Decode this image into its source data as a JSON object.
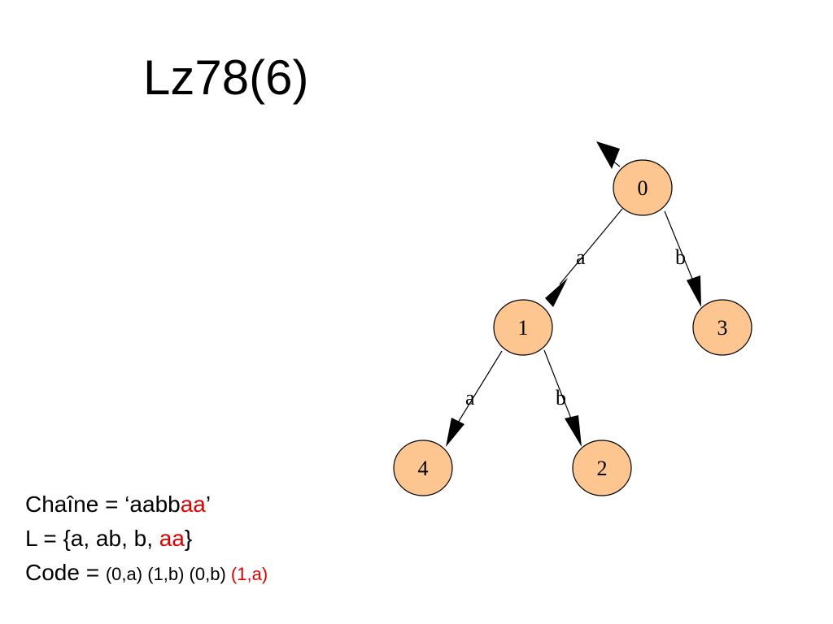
{
  "slide": {
    "title": "Lz78(6)"
  },
  "tree": {
    "nodes": [
      {
        "id": "0",
        "label": "0"
      },
      {
        "id": "1",
        "label": "1"
      },
      {
        "id": "3",
        "label": "3"
      },
      {
        "id": "4",
        "label": "4"
      },
      {
        "id": "2",
        "label": "2"
      }
    ],
    "edges": [
      {
        "from": "0",
        "to": "1",
        "label": "a"
      },
      {
        "from": "0",
        "to": "3",
        "label": "b"
      },
      {
        "from": "1",
        "to": "4",
        "label": "a"
      },
      {
        "from": "1",
        "to": "2",
        "label": "b"
      }
    ],
    "colors": {
      "node_fill": "#fdc590",
      "stroke": "#000000"
    }
  },
  "text": {
    "chaine": {
      "prefix": "Chaîne = ‘aabb",
      "highlight": "aa",
      "suffix": "’"
    },
    "lexicon": {
      "prefix": "L = {a, ab, b, ",
      "highlight": "aa",
      "suffix": "}"
    },
    "code": {
      "label": "Code",
      "equals": " = ",
      "values": "(0,a) (1,b) (0,b) ",
      "highlight": "(1,a)"
    },
    "highlight_color": "#e00000"
  }
}
